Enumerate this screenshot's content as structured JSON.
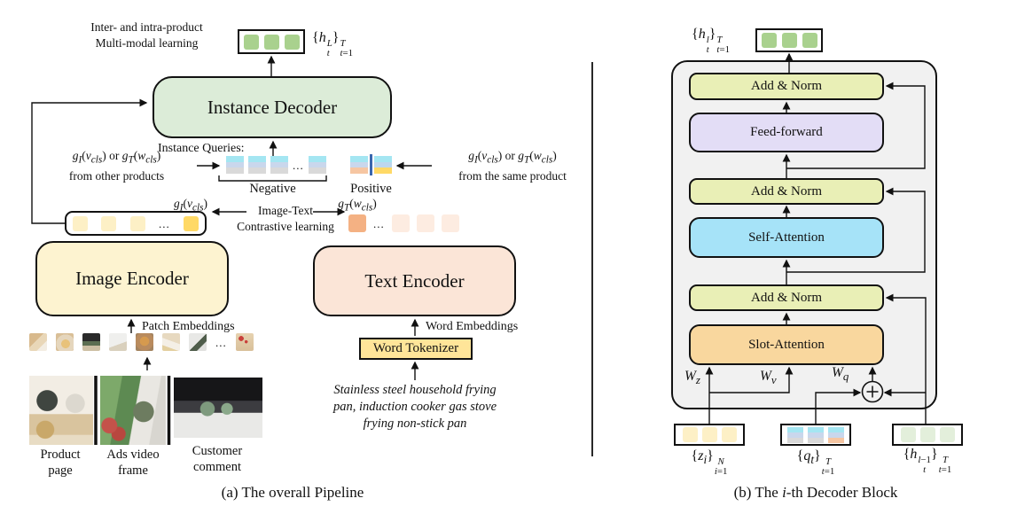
{
  "colors": {
    "decoder-green": "#dcecd8",
    "block-green": "#a9d18e",
    "image-encoder-yellow": "#fdf3d0",
    "cls-gold": "#ffd966",
    "pale-yellow": "#fdf0c6",
    "text-encoder-peach": "#fbe5d7",
    "cls-peach": "#f4b183",
    "pale-peach": "#fdece1",
    "tokenizer-gold": "#ffe599",
    "stripe-cyan": "#a4e6f2",
    "stripe-periwinkle": "#c9d7ec",
    "stripe-gray": "#d9d9d9",
    "stripe-blue": "#bdd7ee",
    "stripe-peach": "#f6c6a2",
    "stripe-yellow": "#ffd966",
    "divider-blue": "#3a66ad",
    "addnorm-yellow": "#e9efb6",
    "feedforward-lavender": "#e3ddf6",
    "selfattn-blue": "#a6e3f8",
    "slotattn-orange": "#f9d79e",
    "container-gray": "#f1f1f1",
    "pale-green": "#e3efdb"
  },
  "misc": {
    "ellipsis": "..."
  },
  "panel_a": {
    "caption": "(a) The overall Pipeline",
    "top_note": {
      "line1": "Inter- and intra-product",
      "line2": "Multi-modal learning"
    },
    "output_tokens_label_html": "{<i>h</i><span class='ss'><sup><i>L</i></sup><sub><i>t</i></sub></span>}<span class='ss'><sup><i>T</i></sup><sub><i>t</i>=1</sub></span>",
    "instance_decoder_label": "Instance Decoder",
    "instance_queries_label": "Instance Queries:",
    "negative_label": "Negative",
    "positive_label": "Positive",
    "left_note": {
      "line1_html": "<i>g<sub>I</sub></i>(<i>v<sub>cls</sub></i>) or <i>g<sub>T</sub></i>(<i>w<sub>cls</sub></i>)",
      "line2": "from other products"
    },
    "right_note": {
      "line1_html": "<i>g<sub>I</sub></i>(<i>v<sub>cls</sub></i>) or <i>g<sub>T</sub></i>(<i>w<sub>cls</sub></i>)",
      "line2": "from the same product"
    },
    "gi_cls_html": "<i>g<sub>I</sub></i>(<i>v<sub>cls</sub></i>)",
    "gt_cls_html": "<i>g<sub>T</sub></i>(<i>w<sub>cls</sub></i>)",
    "contrastive": {
      "line1": "Image-Text",
      "line2": "Contrastive learning"
    },
    "image_encoder_label": "Image Encoder",
    "text_encoder_label": "Text Encoder",
    "patch_embeddings_label": "Patch Embeddings",
    "word_embeddings_label": "Word Embeddings",
    "word_tokenizer_label": "Word Tokenizer",
    "input_text_lines": [
      "Stainless steel household frying",
      "pan, induction cooker gas stove",
      "frying non-stick pan"
    ],
    "photos": [
      {
        "label_line1": "Product",
        "label_line2": "page"
      },
      {
        "label_line1": "Ads video",
        "label_line2": "frame"
      },
      {
        "label_line1": "Customer",
        "label_line2": "comment"
      }
    ]
  },
  "panel_b": {
    "caption_html": "(b) The <i>i</i>-th Decoder Block",
    "output_tokens_label_html": "{<i>h</i><span class='ss'><sup><i>l</i></sup><sub><i>t</i></sub></span>}<span class='ss'><sup><i>T</i></sup><sub><i>t</i>=1</sub></span>",
    "blocks": [
      "Add & Norm",
      "Feed-forward",
      "Add & Norm",
      "Self-Attention",
      "Add & Norm",
      "Slot-Attention"
    ],
    "weights": {
      "wz_html": "<i>W<sub>z</sub></i>",
      "wv_html": "<i>W<sub>v</sub></i>",
      "wq_html": "<i>W<sub>q</sub></i>"
    },
    "inputs": [
      {
        "label_html": "{<i>z<sub>i</sub></i>}<span class='ss'><sup><i>N</i></sup><sub><i>i</i>=1</sub></span>"
      },
      {
        "label_html": "{<i>q<sub>t</sub></i>}<span class='ss'><sup><i>T</i></sup><sub><i>t</i>=1</sub></span>"
      },
      {
        "label_html": "{<i>h</i><span class='ss'><sup><i>l</i>−1</sup><sub><i>t</i></sub></span>}<span class='ss'><sup><i>T</i></sup><sub><i>t</i>=1</sub></span>"
      }
    ]
  }
}
